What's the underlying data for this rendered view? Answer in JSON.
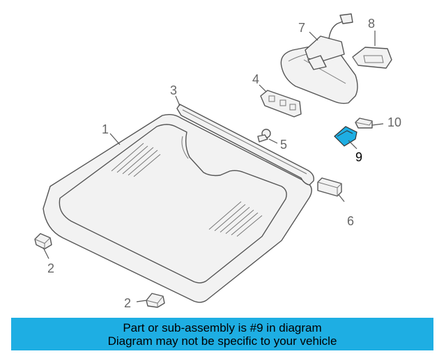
{
  "callouts": {
    "c1": "1",
    "c2a": "2",
    "c2b": "2",
    "c3": "3",
    "c4": "4",
    "c5": "5",
    "c6": "6",
    "c7": "7",
    "c8": "8",
    "c9": "9",
    "c10": "10"
  },
  "banner": {
    "line1": "Part or sub-assembly is #9 in diagram",
    "line2": "Diagram may not be specific to your vehicle"
  },
  "colors": {
    "highlight": "#1eaee3",
    "banner_bg": "#1eaee3",
    "stroke": "#555555"
  }
}
